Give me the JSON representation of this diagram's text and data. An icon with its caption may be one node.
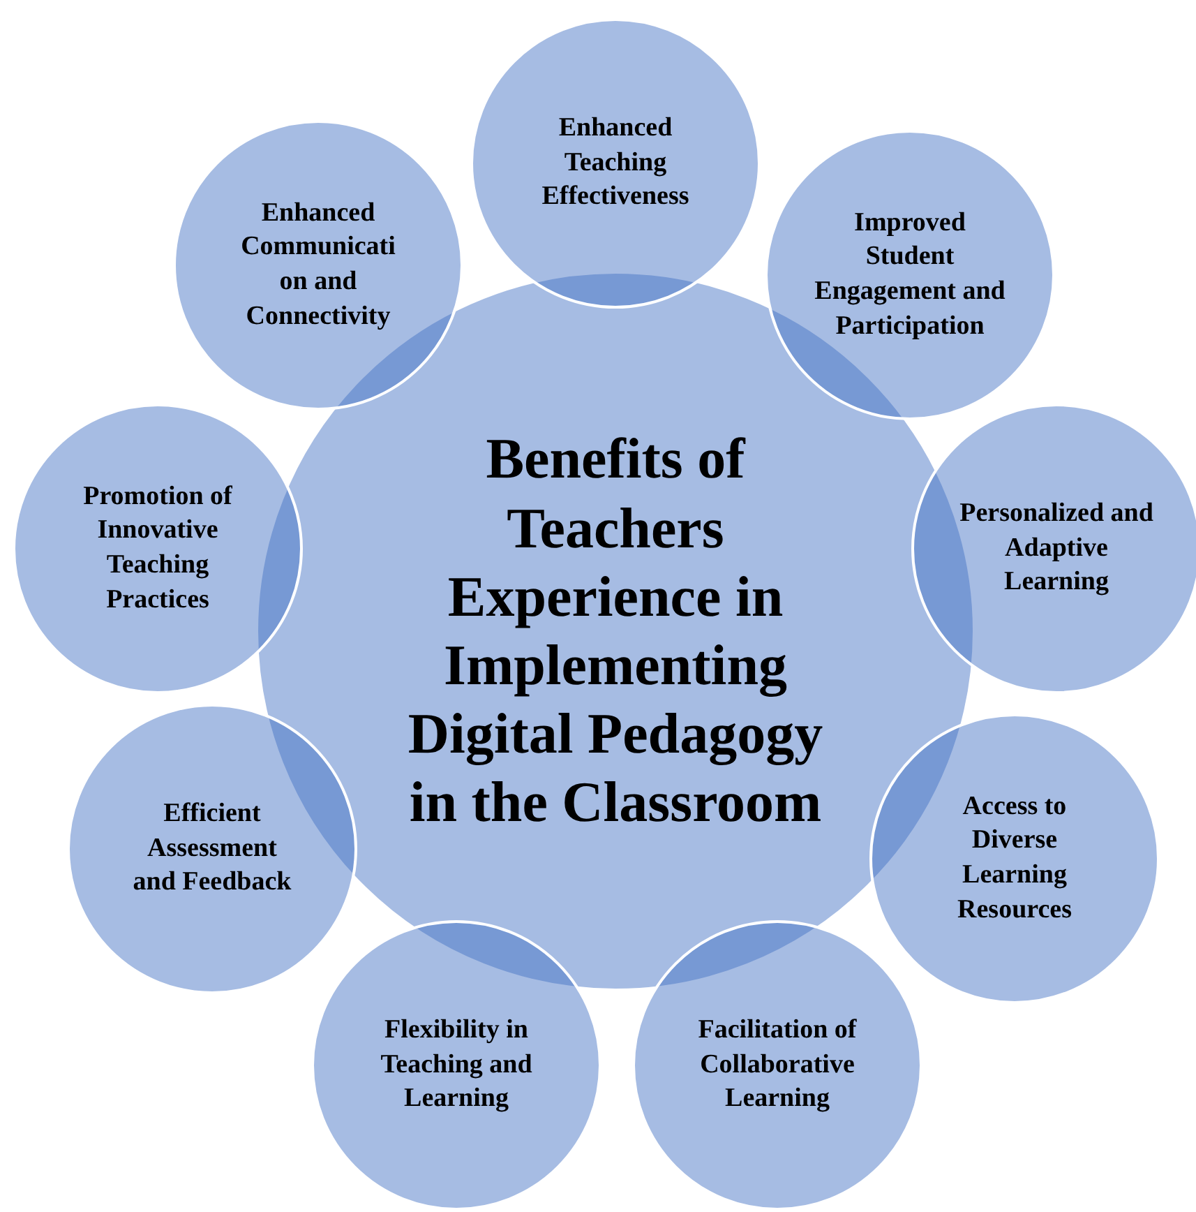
{
  "diagram": {
    "nodes": [
      {
        "text": [
          "Benefits of Teachers Experience in Implementing Digital Pedagogy in the Classroom"
        ]
      },
      {
        "text": [
          "Enhanced Teaching Effectiveness"
        ]
      },
      {
        "text": [
          "Improved Student Engagement and Participation"
        ]
      },
      {
        "text": [
          "Personalized and Adaptive Learning"
        ]
      },
      {
        "text": [
          "Access to Diverse Learning Resources"
        ]
      },
      {
        "text": [
          "Facilitation of Collaborative Learning"
        ]
      },
      {
        "text": [
          "Flexibility in Teaching and Learning"
        ]
      },
      {
        "text": [
          "Efficient Assessment and Feedback"
        ]
      },
      {
        "text": [
          "Promotion of Innovative Teaching Practices"
        ]
      },
      {
        "text": [
          "Enhanced Communicati on and Connectivity"
        ]
      }
    ],
    "edges": []
  }
}
